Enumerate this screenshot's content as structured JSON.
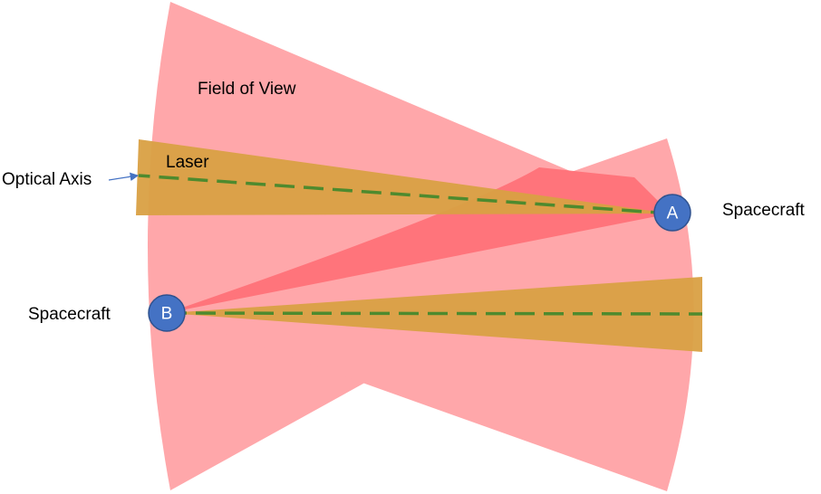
{
  "labels": {
    "field_of_view": "Field of View",
    "laser": "Laser",
    "optical_axis": "Optical Axis",
    "spacecraft_a": "Spacecraft",
    "spacecraft_b": "Spacecraft"
  },
  "nodes": {
    "a": "A",
    "b": "B"
  },
  "colors": {
    "fov_fill": "#ffa7aa",
    "fov_overlap": "#ff6f75",
    "laser_fill": "#d9a043",
    "axis_line": "#4e8a2e",
    "node_fill": "#4472c4",
    "node_stroke": "#2f528f",
    "pointer": "#4472c4"
  }
}
